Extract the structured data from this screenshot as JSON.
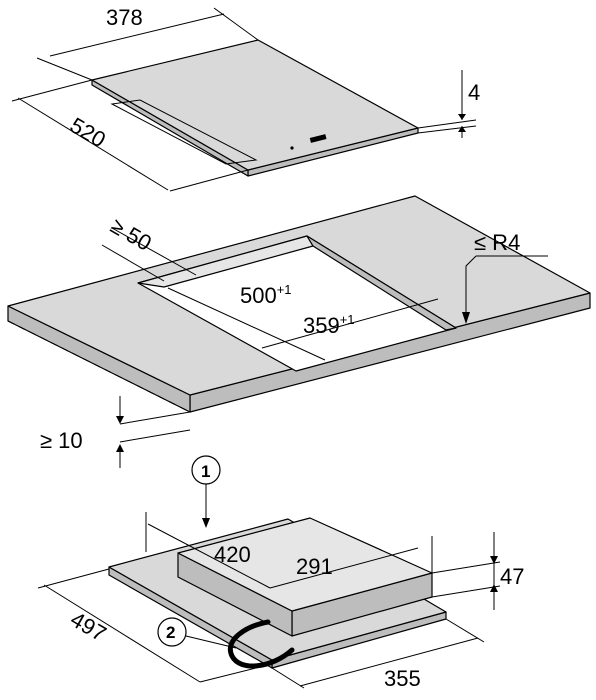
{
  "cooktop": {
    "width": "378",
    "depth": "520",
    "thickness": "4"
  },
  "cutout": {
    "min_front": "≥ 50",
    "depth": "500",
    "depth_tol": "+1",
    "width": "359",
    "width_tol": "+1",
    "corner_radius": "≤ R4",
    "min_worktop": "≥ 10"
  },
  "housing": {
    "callout_1": "1",
    "callout_2": "2",
    "depth_top": "420",
    "width_top": "291",
    "height": "47",
    "depth": "497",
    "width": "355"
  },
  "colors": {
    "surface": "#d9d9d9",
    "edge": "#bdbdbd",
    "lines": "#000000"
  }
}
